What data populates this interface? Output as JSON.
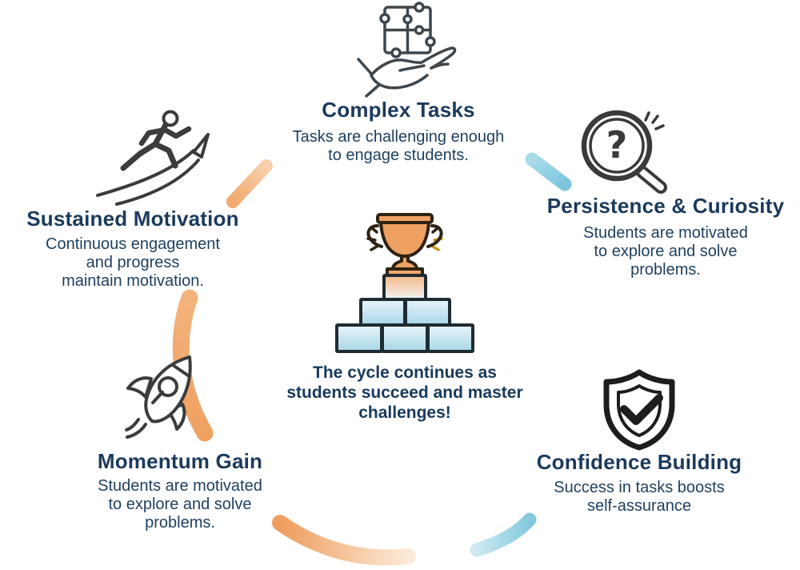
{
  "diagram": {
    "center": {
      "caption": "The cycle continues as\nstudents succeed and master\nchallenges!",
      "icon": "trophy-on-podium-icon"
    },
    "nodes": [
      {
        "id": "complex-tasks",
        "title": "Complex Tasks",
        "description": "Tasks are challenging enough\nto engage students.",
        "icon": "puzzle-in-hand-icon",
        "position": "top"
      },
      {
        "id": "persistence-curiosity",
        "title": "Persistence & Curiosity",
        "description": "Students are motivated\nto explore and solve\nproblems.",
        "icon": "magnifier-question-icon",
        "position": "right"
      },
      {
        "id": "confidence-building",
        "title": "Confidence Building",
        "description": "Success in tasks boosts\nself-assurance",
        "icon": "shield-check-icon",
        "position": "bottom-right"
      },
      {
        "id": "momentum-gain",
        "title": "Momentum Gain",
        "description": "Students are motivated\nto explore and solve\nproblems.",
        "icon": "rocket-icon",
        "position": "bottom-left"
      },
      {
        "id": "sustained-motivation",
        "title": "Sustained Motivation",
        "description": "Continuous engagement\nand progress\nmaintain motivation.",
        "icon": "runner-arrow-icon",
        "position": "left"
      }
    ],
    "colors": {
      "title_navy": "#1b3a5c",
      "icon_dark": "#3b3b3b",
      "shield_black": "#1d1d1d",
      "arc_orange": "#f0a467",
      "arc_orange_light": "#f8d0ab",
      "arc_blue": "#7cc5dd",
      "arc_blue_light": "#cde9f2",
      "trophy_orange": "#efa161",
      "trophy_outline": "#2e2212",
      "spark_gold": "#c8951f",
      "brick_fill_light": "#e9f5fa",
      "brick_fill_dark": "#a7d6e7",
      "brick_outline": "#1f2b33",
      "pedestal_peach": "#f6b987"
    }
  }
}
